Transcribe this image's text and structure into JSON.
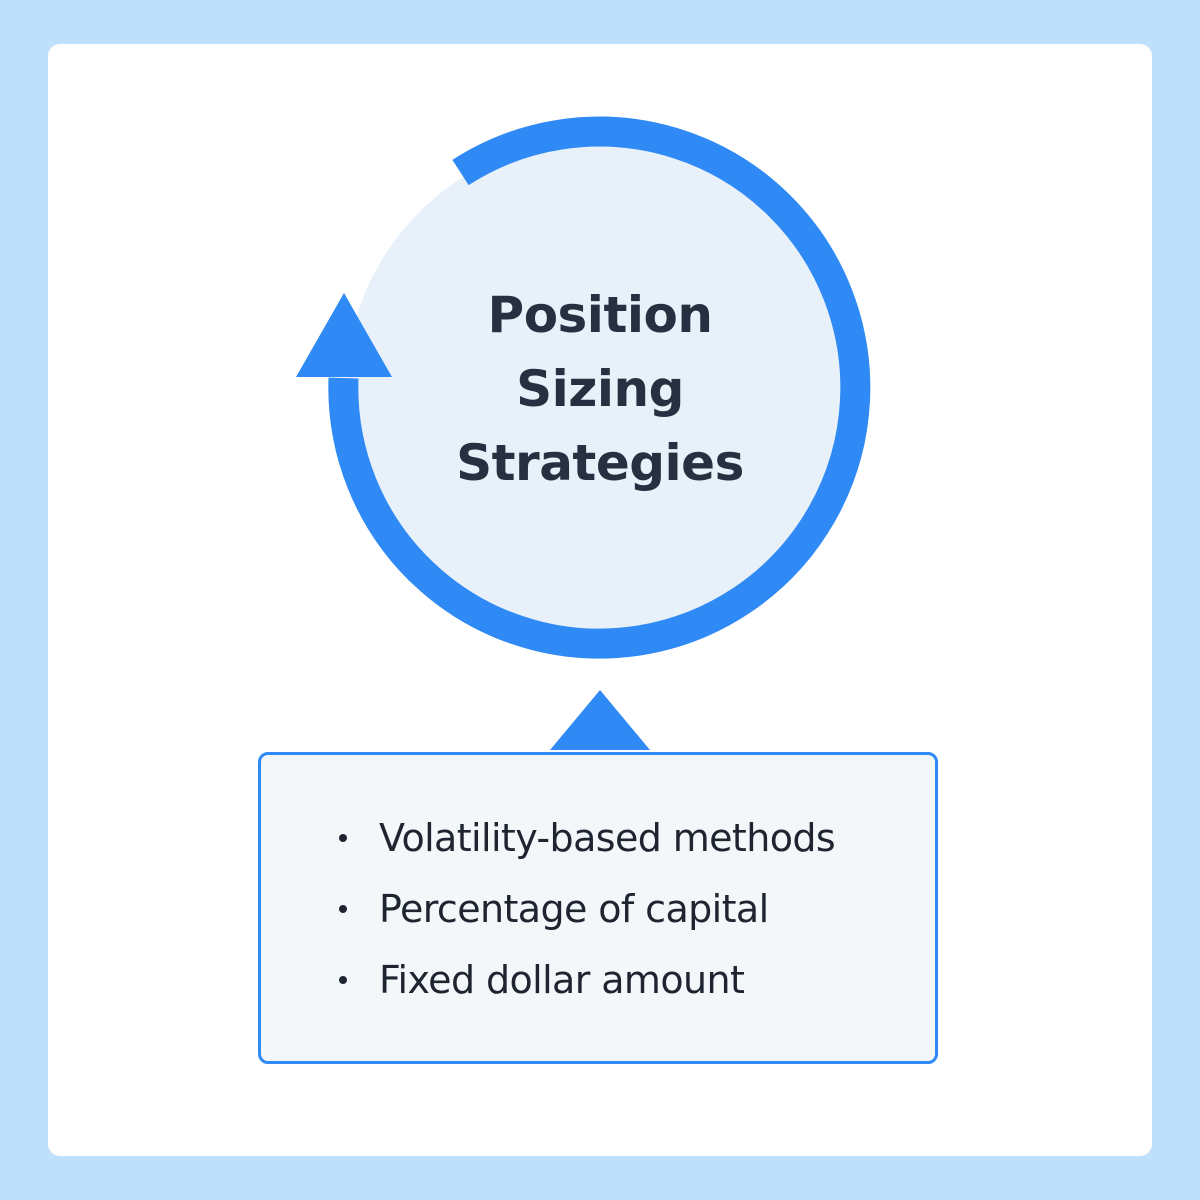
{
  "diagram": {
    "title_lines": [
      "Position",
      "Sizing",
      "Strategies"
    ],
    "items": [
      "Volatility-based methods",
      "Percentage of capital",
      "Fixed dollar amount"
    ]
  },
  "colors": {
    "page_background": "#bfe0fc",
    "card_background": "#ffffff",
    "accent_blue": "#2f8af5",
    "circle_fill": "#e8f1f9",
    "box_fill": "#f4f7fa",
    "text_dark": "#263040"
  },
  "icons": [
    "cycle-arrow-icon",
    "up-arrow-icon",
    "bullet-icon"
  ]
}
